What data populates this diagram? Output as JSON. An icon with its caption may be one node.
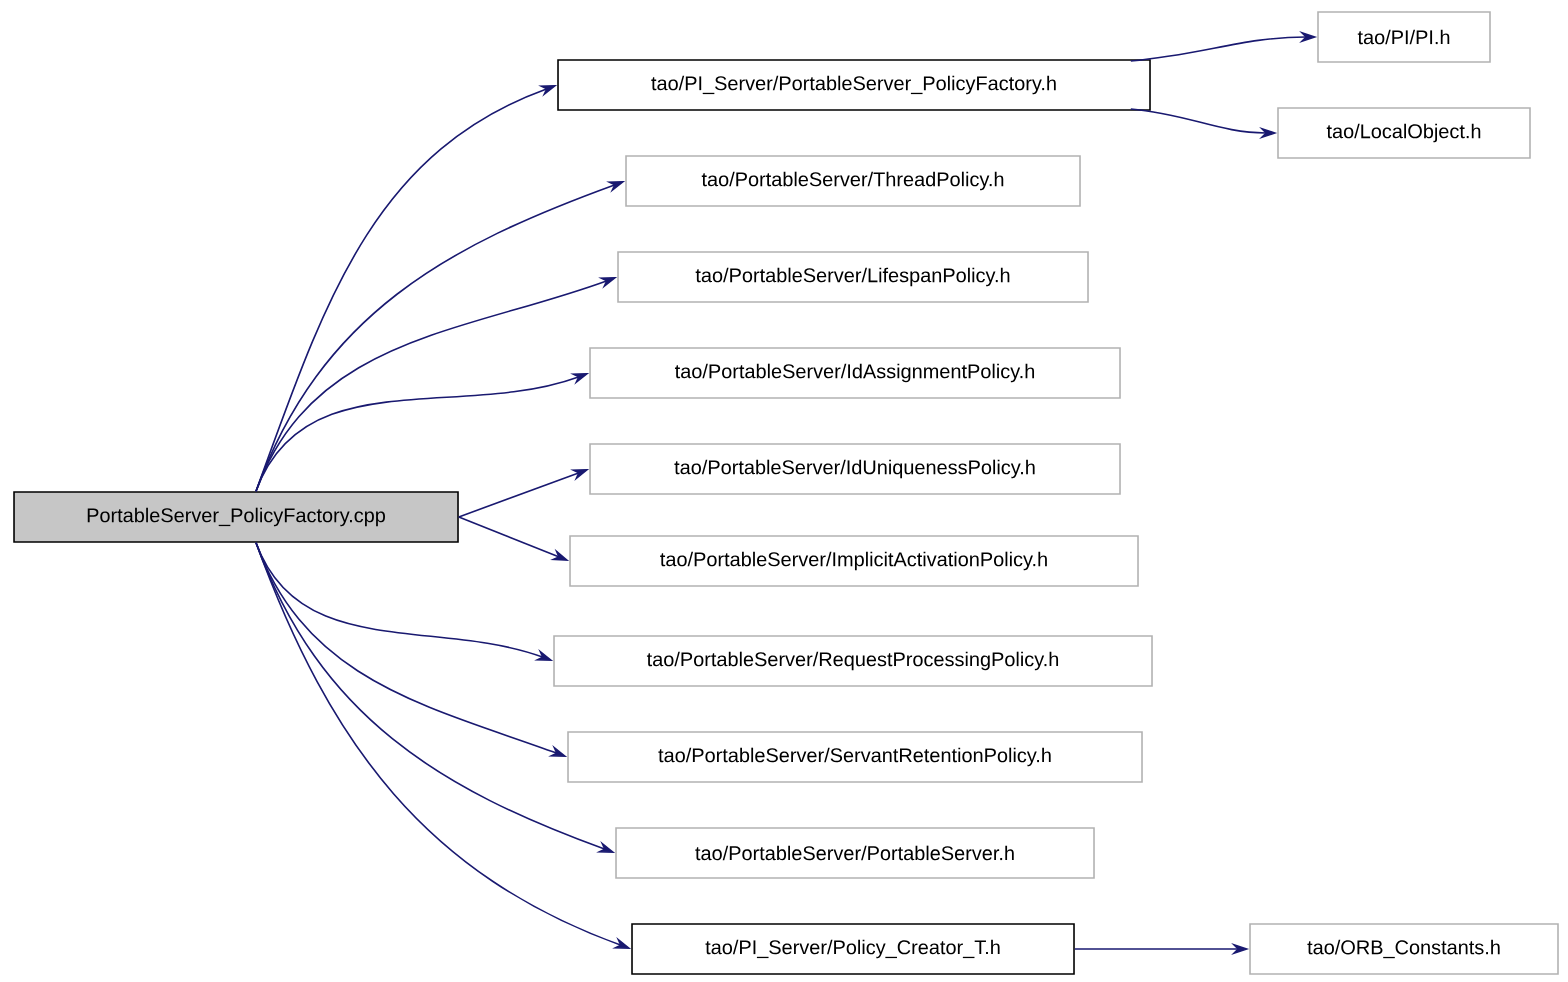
{
  "diagram": {
    "nodes": [
      {
        "text": [
          "PortableServer_PolicyFactory.cpp"
        ]
      },
      {
        "text": [
          "tao/PI_Server/PortableServer_PolicyFactory.h"
        ]
      },
      {
        "text": [
          "tao/PI/PI.h"
        ]
      },
      {
        "text": [
          "tao/LocalObject.h"
        ]
      },
      {
        "text": [
          "tao/PortableServer/ThreadPolicy.h"
        ]
      },
      {
        "text": [
          "tao/PortableServer/LifespanPolicy.h"
        ]
      },
      {
        "text": [
          "tao/PortableServer/IdAssignmentPolicy.h"
        ]
      },
      {
        "text": [
          "tao/PortableServer/IdUniquenessPolicy.h"
        ]
      },
      {
        "text": [
          "tao/PortableServer/ImplicitActivationPolicy.h"
        ]
      },
      {
        "text": [
          "tao/PortableServer/RequestProcessingPolicy.h"
        ]
      },
      {
        "text": [
          "tao/PortableServer/ServantRetentionPolicy.h"
        ]
      },
      {
        "text": [
          "tao/PortableServer/PortableServer.h"
        ]
      },
      {
        "text": [
          "tao/PI_Server/Policy_Creator_T.h"
        ]
      },
      {
        "text": [
          "tao/ORB_Constants.h"
        ]
      }
    ],
    "edges": [
      {
        "from": 0,
        "to": 1,
        "arrow": "to"
      },
      {
        "from": 1,
        "to": 2,
        "arrow": "to"
      },
      {
        "from": 1,
        "to": 3,
        "arrow": "to"
      },
      {
        "from": 0,
        "to": 4,
        "arrow": "to"
      },
      {
        "from": 0,
        "to": 5,
        "arrow": "to"
      },
      {
        "from": 0,
        "to": 6,
        "arrow": "to"
      },
      {
        "from": 0,
        "to": 7,
        "arrow": "to"
      },
      {
        "from": 0,
        "to": 8,
        "arrow": "to"
      },
      {
        "from": 0,
        "to": 9,
        "arrow": "to"
      },
      {
        "from": 0,
        "to": 10,
        "arrow": "to"
      },
      {
        "from": 0,
        "to": 11,
        "arrow": "to"
      },
      {
        "from": 0,
        "to": 12,
        "arrow": "to"
      },
      {
        "from": 12,
        "to": 13,
        "arrow": "to"
      }
    ]
  }
}
